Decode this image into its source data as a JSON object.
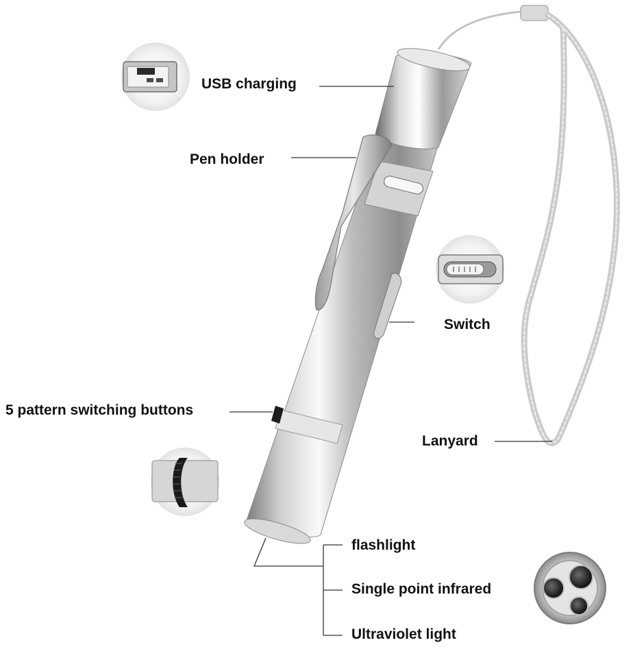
{
  "labels": {
    "usb_charging": "USB charging",
    "pen_holder": "Pen holder",
    "switch": "Switch",
    "pattern_buttons": "5 pattern switching buttons",
    "lanyard": "Lanyard",
    "flashlight": "flashlight",
    "infrared": "Single point infrared",
    "ultraviolet": "Ultraviolet light"
  },
  "colors": {
    "background": "#ffffff",
    "text": "#111111",
    "leader_line": "#333333",
    "metal_light": "#f4f4f4",
    "metal_mid": "#b8b8b8",
    "metal_dark": "#6e6e6e",
    "lanyard": "#c9c9c9"
  },
  "icons": {
    "usb_detail": "usb-connector-icon",
    "switch_detail": "slide-switch-icon",
    "buttons_detail": "pattern-dial-icon",
    "head_detail": "triple-lens-head-icon"
  }
}
